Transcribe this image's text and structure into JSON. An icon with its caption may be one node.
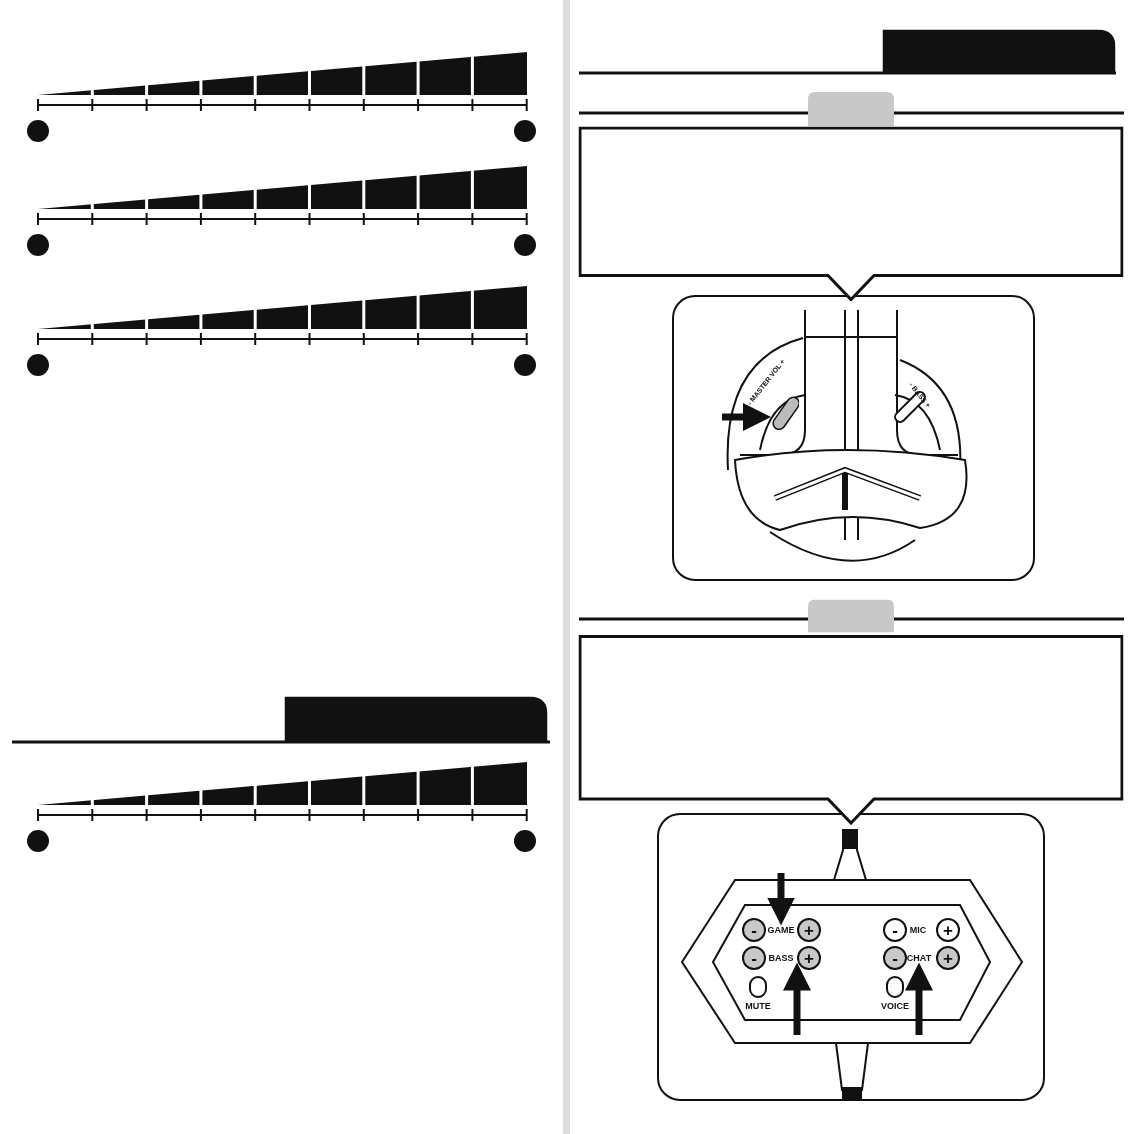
{
  "diagram": {
    "nodes": [
      {
        "text": [],
        "shape": "box"
      },
      {
        "text": [],
        "shape": "box"
      },
      {
        "text": [],
        "shape": "box"
      },
      {
        "text": [],
        "shape": "callout"
      },
      {
        "text": [],
        "shape": "bar"
      },
      {
        "text": [],
        "shape": "box"
      },
      {
        "text": [],
        "shape": "callout"
      },
      {
        "text": [
          "GAME"
        ]
      },
      {
        "text": [
          "BASS"
        ]
      },
      {
        "text": [
          "CHAT"
        ]
      }
    ],
    "edges": [
      {
        "from": null,
        "to": 4,
        "arrow": "to"
      },
      {
        "from": null,
        "to": 7,
        "arrow": "to"
      },
      {
        "from": null,
        "to": 8,
        "arrow": "to"
      },
      {
        "from": null,
        "to": 9,
        "arrow": "to"
      }
    ],
    "labels": [
      "- MASTER VOL +",
      "- BASS +",
      "-",
      "+",
      "-",
      "MIC",
      "+",
      "-",
      "+",
      "-",
      "+",
      "MUTE",
      "VOICE"
    ]
  }
}
